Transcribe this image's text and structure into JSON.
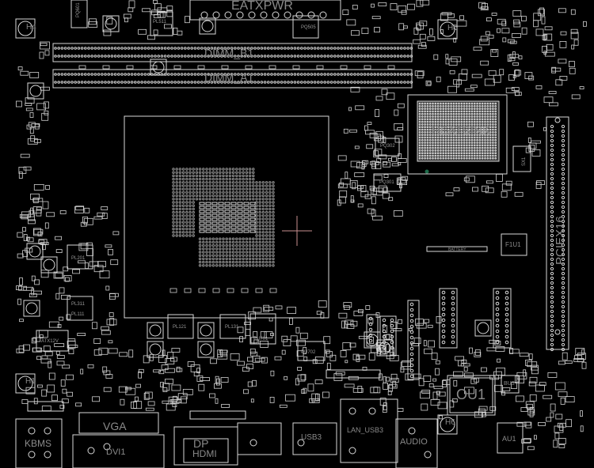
{
  "view": {
    "type": "motherboard-boardview",
    "background": "#000000",
    "outline_color": "#d8d8d8",
    "accent_pin_color": "#1f6b4a"
  },
  "labels": {
    "eatxpwr": "EATXPWR",
    "dimm_b1": "DIMM_B1",
    "dimm_a1": "DIMM_A1",
    "pl511": "PL511",
    "pq505": "PQ505",
    "pq601": "PQ601",
    "h4": "H4",
    "h5": "H5",
    "heatsink": "HEATSINK",
    "sx1": "SX1",
    "pq302": "PQ302",
    "pq301": "PQ301",
    "pl201": "PL201",
    "pl311": "PL311",
    "pl111": "PL111",
    "pl121": "PL121",
    "pl131": "PL131",
    "pu701": "PU701",
    "pu702": "PU702",
    "atx12v": "ATX12V",
    "battery": "BATTERY",
    "f1u1": "F1U1",
    "pciex16": "PCIEX16",
    "h1": "H1",
    "h6": "H6",
    "kbms": "KBMS",
    "vga": "VGA",
    "dvi": "DVI1",
    "dp": "DP",
    "hdmi": "HDMI",
    "usb3": "USB3",
    "lan_usb3": "LAN_USB3",
    "audio": "AUDIO",
    "ou1": "OU1",
    "bu3": "BU3",
    "au1": "AU1"
  }
}
